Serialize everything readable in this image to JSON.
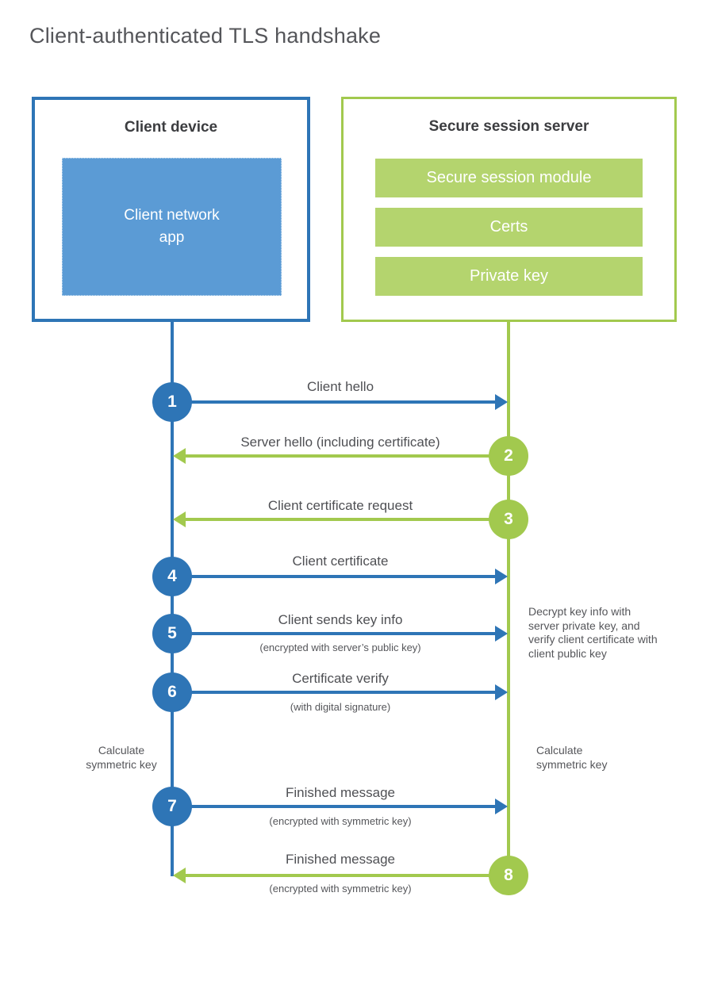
{
  "title": "Client-authenticated TLS handshake",
  "client": {
    "heading": "Client device",
    "app_label": "Client network\napp"
  },
  "server": {
    "heading": "Secure session server",
    "modules": [
      "Secure session module",
      "Certs",
      "Private key"
    ]
  },
  "steps": [
    {
      "num": "1",
      "from": "client",
      "to": "server",
      "label": "Client hello",
      "sub": ""
    },
    {
      "num": "2",
      "from": "server",
      "to": "client",
      "label": "Server hello (including certificate)",
      "sub": ""
    },
    {
      "num": "3",
      "from": "server",
      "to": "client",
      "label": "Client certificate request",
      "sub": ""
    },
    {
      "num": "4",
      "from": "client",
      "to": "server",
      "label": "Client certificate",
      "sub": ""
    },
    {
      "num": "5",
      "from": "client",
      "to": "server",
      "label": "Client sends key info",
      "sub": "(encrypted with server’s public key)"
    },
    {
      "num": "6",
      "from": "client",
      "to": "server",
      "label": "Certificate verify",
      "sub": "(with digital signature)"
    },
    {
      "num": "7",
      "from": "client",
      "to": "server",
      "label": "Finished message",
      "sub": "(encrypted with symmetric key)"
    },
    {
      "num": "8",
      "from": "server",
      "to": "client",
      "label": "Finished message",
      "sub": "(encrypted with symmetric key)"
    }
  ],
  "annotations": {
    "decrypt_note": "Decrypt key info with server private key, and verify client certificate with client public key",
    "calc_left": "Calculate symmetric key",
    "calc_right": "Calculate symmetric key"
  },
  "colors": {
    "blue": "#2e75b6",
    "blue_fill": "#5b9bd5",
    "green": "#a2c94e",
    "green_fill": "#b4d46e",
    "text": "#55565a"
  }
}
